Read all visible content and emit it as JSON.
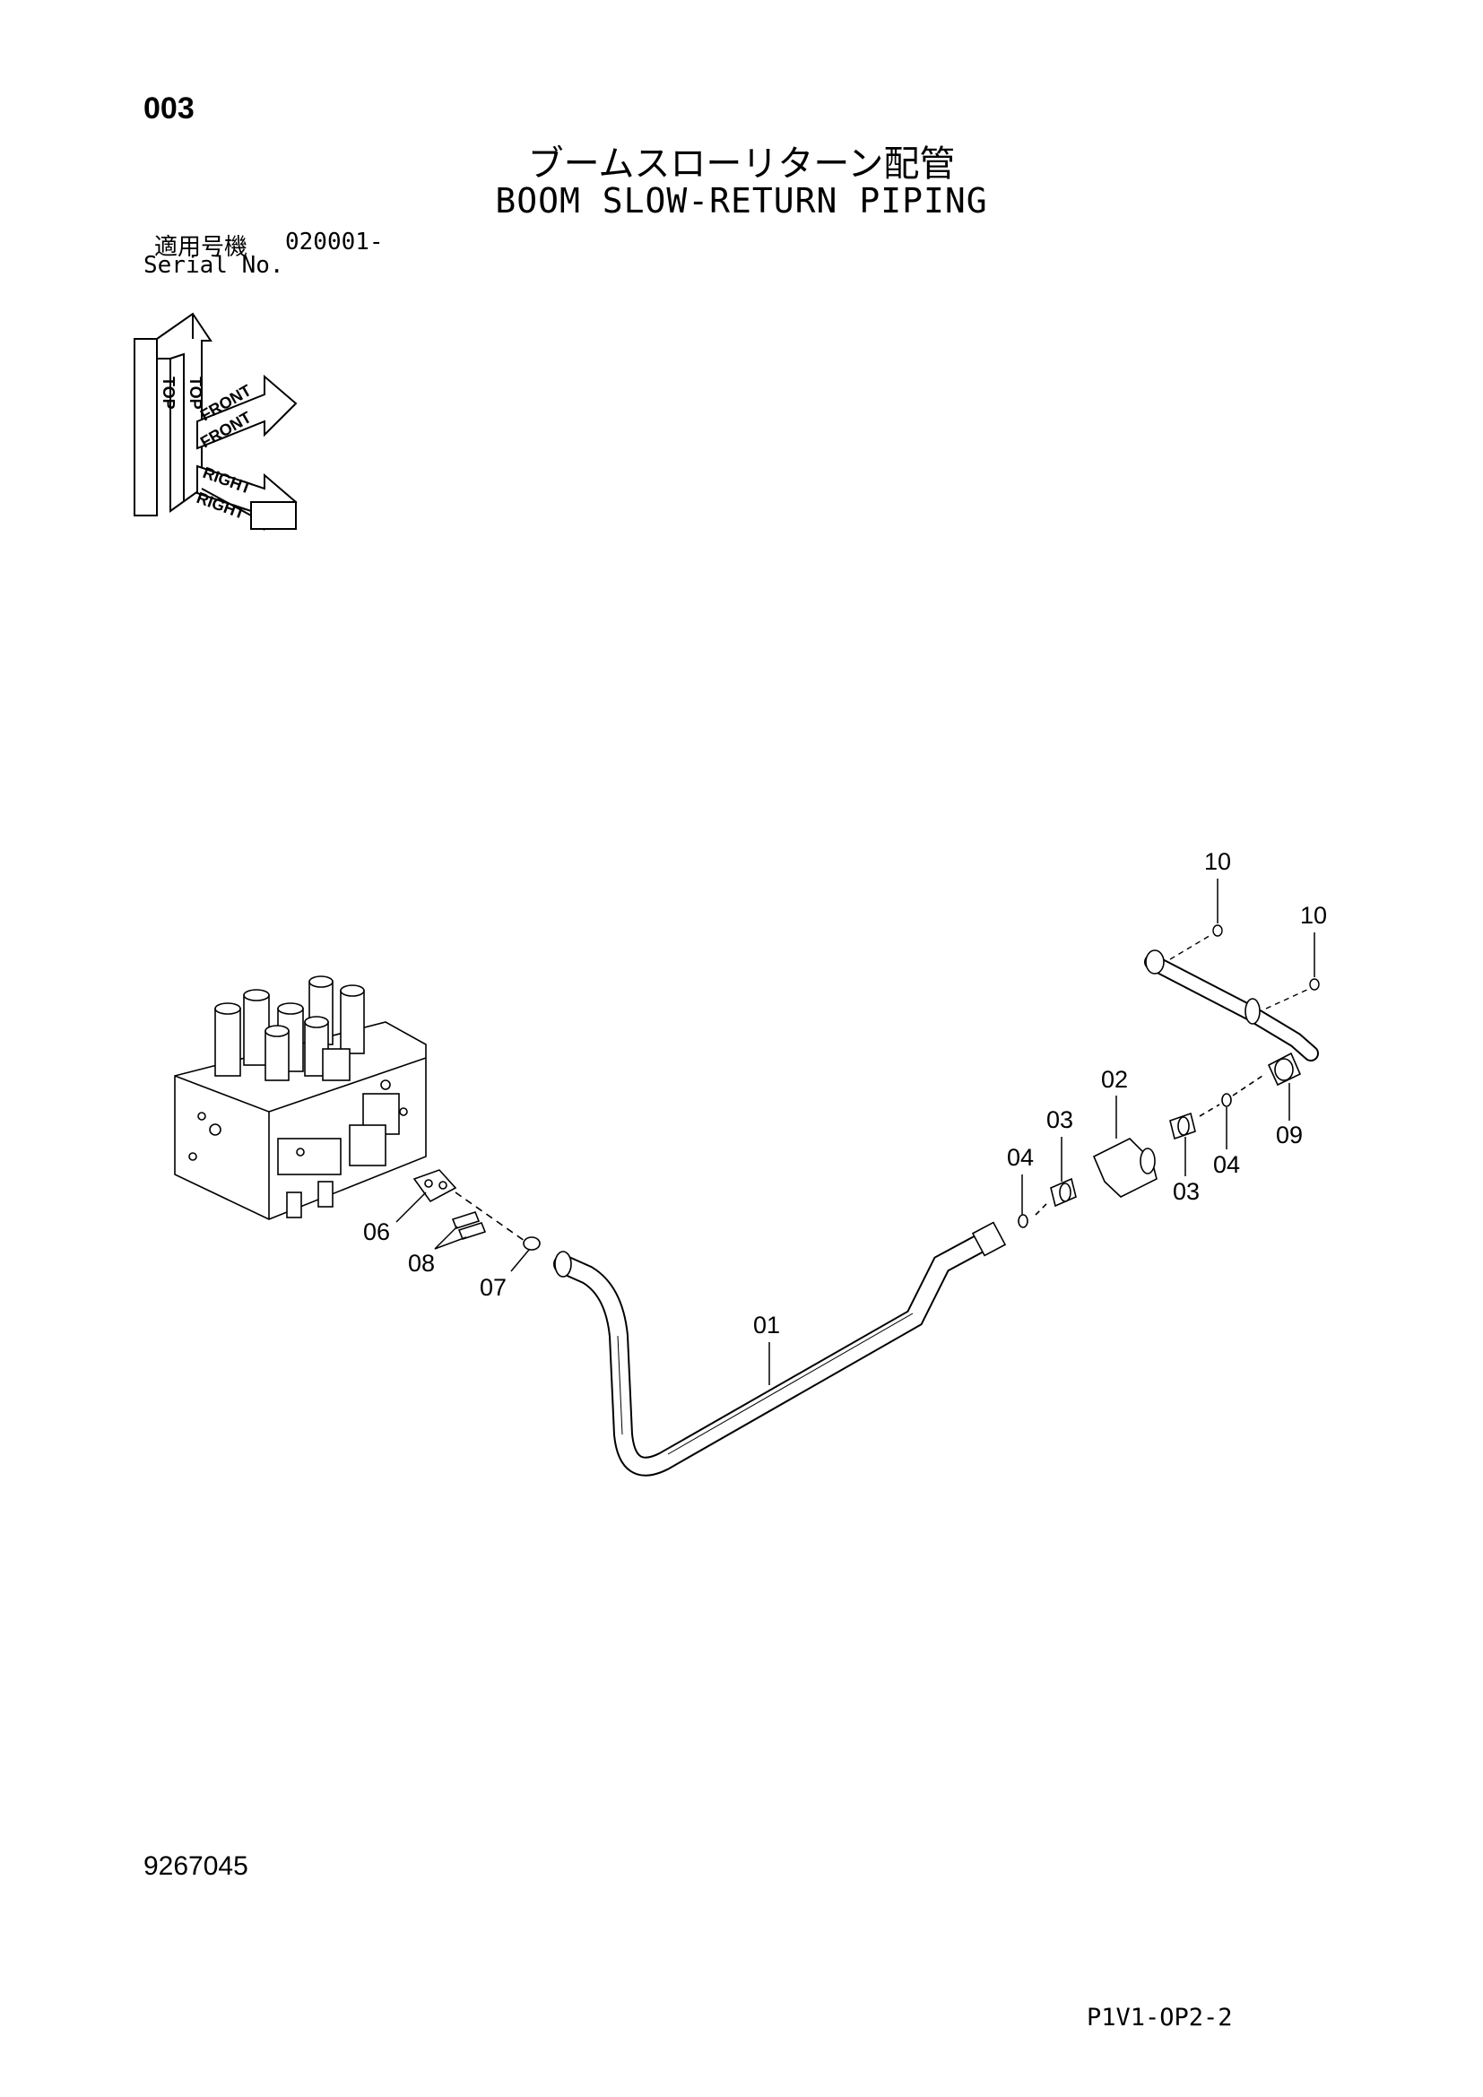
{
  "header": {
    "page_number": "003",
    "title_jp": "ブームスローリターン配管",
    "title_en": "BOOM SLOW-RETURN PIPING",
    "serial_label_jp": "適用号機",
    "serial_range": "020001-",
    "serial_label_en": "Serial No."
  },
  "orientation": {
    "top": "TOP",
    "front": "FRONT",
    "right": "RIGHT"
  },
  "callouts": {
    "c01": "01",
    "c02": "02",
    "c03a": "03",
    "c03b": "03",
    "c04a": "04",
    "c04b": "04",
    "c06": "06",
    "c07": "07",
    "c08": "08",
    "c09": "09",
    "c10a": "10",
    "c10b": "10"
  },
  "footer": {
    "doc_number": "9267045",
    "sheet_code": "P1V1-OP2-2"
  }
}
